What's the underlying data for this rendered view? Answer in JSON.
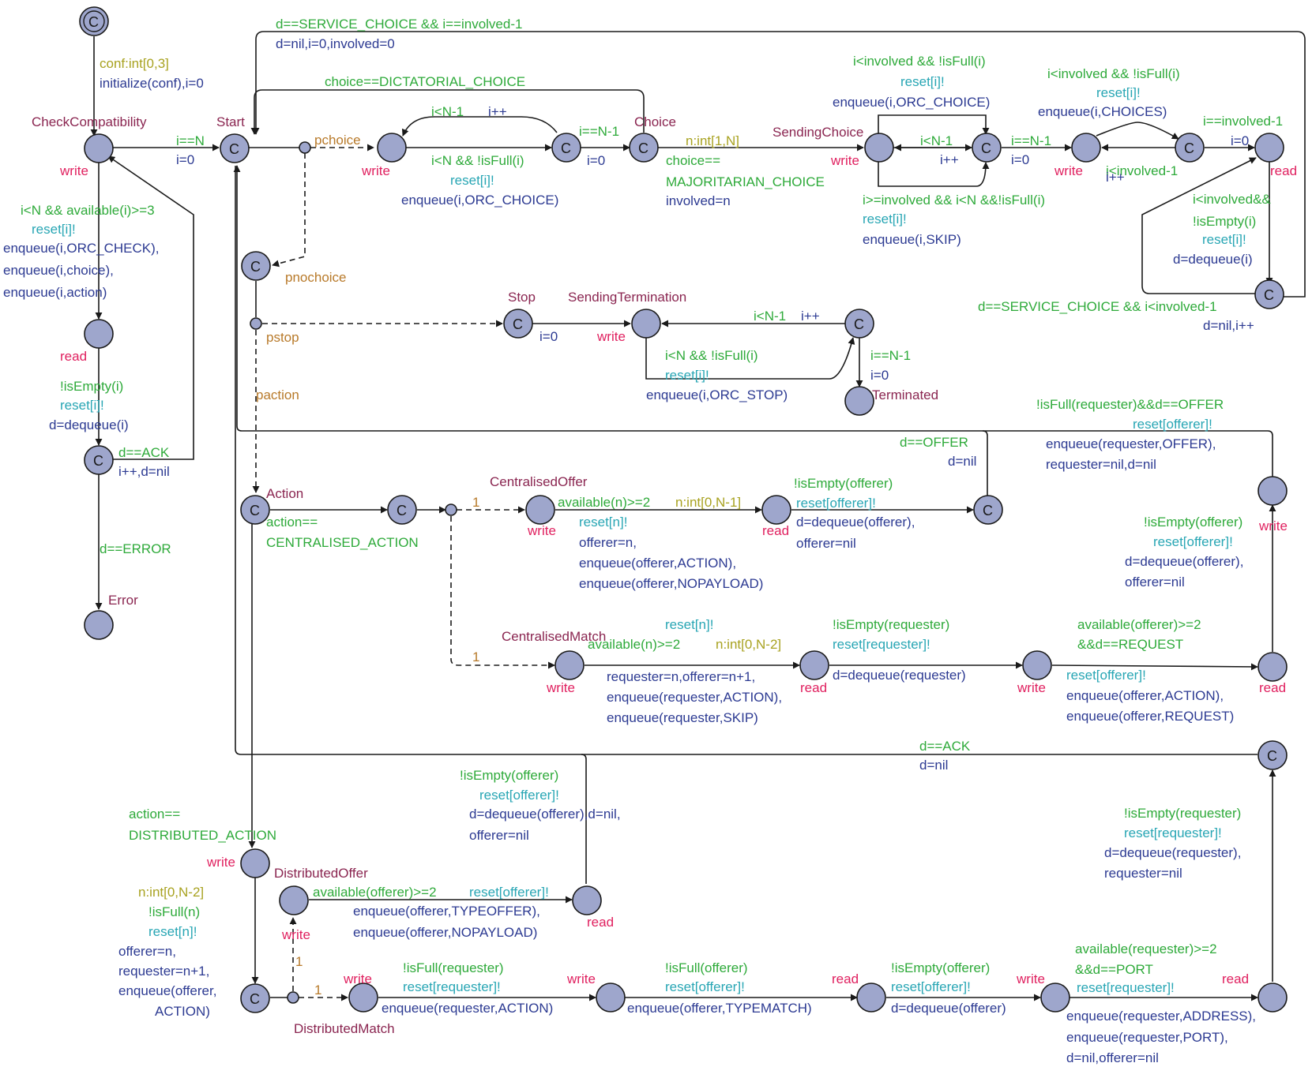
{
  "colors": {
    "location_fill": "#9ea6cc",
    "name": "#8a2550",
    "kind": "#e0205f",
    "guard": "#2eaa3a",
    "sync": "#28a6b4",
    "update": "#2c3a92",
    "select": "#a8a220",
    "branch": "#b87a2a"
  },
  "locations": {
    "check_compatibility": "CheckCompatibility",
    "start": "Start",
    "choice": "Choice",
    "sending_choice": "SendingChoice",
    "stop": "Stop",
    "sending_termination": "SendingTermination",
    "terminated": "Terminated",
    "action": "Action",
    "centralised_offer": "CentralisedOffer",
    "centralised_match": "CentralisedMatch",
    "distributed_offer": "DistributedOffer",
    "distributed_match": "DistributedMatch",
    "error": "Error"
  },
  "branchpoints": {
    "pchoice": "pchoice",
    "pnochoice": "pnochoice",
    "pstop": "pstop",
    "paction": "paction"
  },
  "committed_glyph": "C",
  "initial_glyph": "C",
  "kinds": {
    "write": "write",
    "read": "read"
  },
  "probabilities": {
    "one": "1"
  },
  "labels": {
    "conf_select": "conf:int[0,3]",
    "initialize": "initialize(conf),i=0",
    "g_i_eq_n": "i==N",
    "i_zero": "i=0",
    "cc_guard": "i<N && available(i)>=3",
    "reset_i": "reset[i]!",
    "enq_orc_check": "enqueue(i,ORC_CHECK),",
    "enq_choice": "enqueue(i,choice),",
    "enq_action": "enqueue(i,action)",
    "not_empty_i": "!isEmpty(i)",
    "d_dequeue_i": "d=dequeue(i)",
    "d_ack": "d==ACK",
    "ipp_dnil": "i++,d=nil",
    "d_error": "d==ERROR",
    "svc_choice_top": "d==SERVICE_CHOICE && i==involved-1",
    "dnil_i0_inv0": "d=nil,i=0,involved=0",
    "dictatorial": "choice==DICTATORIAL_CHOICE",
    "i_lt_n1": "i<N-1",
    "ipp": "i++",
    "i_lt_n_notfull": "i<N && !isFull(i)",
    "enq_orc_choice": "enqueue(i,ORC_CHOICE)",
    "i_eq_n1": "i==N-1",
    "n_select_1n": "n:int[1,N]",
    "choice_eq": "choice==",
    "majoritarian": "MAJORITARIAN_CHOICE",
    "involved_n": "involved=n",
    "sc_guard_top": "i<involved && !isFull(i)",
    "sc_guard_bottom": "i>=involved && i<N &&!isFull(i)",
    "enq_skip": "enqueue(i,SKIP)",
    "enq_choices": "enqueue(i,CHOICES)",
    "i_eq_inv1": "i==involved-1",
    "i_lt_inv1": "i<involved-1",
    "i_lt_inv_and": "i<involved&&",
    "not_empty_i_paren": "!isEmpty(i)",
    "svc_choice_lt": "d==SERVICE_CHOICE && i<involved-1",
    "dnil_ipp": "d=nil,i++",
    "enq_orc_stop": "enqueue(i,ORC_STOP)",
    "full_req_offer": "!isFull(requester)&&d==OFFER",
    "reset_offerer": "reset[offerer]!",
    "enq_req_offer": "enqueue(requester,OFFER),",
    "req_nil_d_nil": "requester=nil,d=nil",
    "d_offer": "d==OFFER",
    "d_nil": "d=nil",
    "centralised_action_a": "action==",
    "centralised_action_b": "CENTRALISED_ACTION",
    "avail_n_2": "available(n)>=2",
    "n_select_0_n1": "n:int[0,N-1]",
    "reset_n": "reset[n]!",
    "offerer_n": "offerer=n,",
    "enq_off_action": "enqueue(offerer,ACTION),",
    "enq_off_nopayload": "enqueue(offerer,NOPAYLOAD)",
    "not_empty_offerer": "!isEmpty(offerer)",
    "d_deq_offerer": "d=dequeue(offerer),",
    "offerer_nil": "offerer=nil",
    "n_select_0_n2": "n:int[0,N-2]",
    "req_n_off_n1": "requester=n,offerer=n+1,",
    "enq_req_action_c": "enqueue(requester,ACTION),",
    "enq_req_skip": "enqueue(requester,SKIP)",
    "not_empty_requester": "!isEmpty(requester)",
    "reset_requester": "reset[requester]!",
    "d_deq_requester": "d=dequeue(requester)",
    "avail_off_2": "available(offerer)>=2",
    "and_d_request": "&&d==REQUEST",
    "enq_off_action_c": "enqueue(offerer,ACTION),",
    "enq_off_request": "enqueue(offerer,REQUEST)",
    "distributed_action_a": "action==",
    "distributed_action_b": "DISTRIBUTED_ACTION",
    "d_deq_off_dnil": "d=dequeue(offerer),d=nil,",
    "offerer_nil2": "offerer=nil",
    "avail_off_2b": "available(offerer)>=2",
    "enq_off_typeoffer": "enqueue(offerer,TYPEOFFER),",
    "enq_off_nopayload2": "enqueue(offerer,NOPAYLOAD)",
    "not_full_n": "!isFull(n)",
    "offerer_n2": "offerer=n,",
    "requester_n1": "requester=n+1,",
    "enq_offerer": "enqueue(offerer,",
    "action_paren": "ACTION)",
    "not_full_requester": "!isFull(requester)",
    "enq_req_action_d": "enqueue(requester,ACTION)",
    "not_full_offerer": "!isFull(offerer)",
    "enq_off_typematch": "enqueue(offerer,TYPEMATCH)",
    "d_deq_offerer2": "d=dequeue(offerer)",
    "avail_req_2": "available(requester)>=2",
    "and_d_port": "&&d==PORT",
    "enq_req_address": "enqueue(requester,ADDRESS),",
    "enq_req_port": "enqueue(requester,PORT),",
    "dnil_offnil": "d=nil,offerer=nil",
    "d_deq_requester2": "d=dequeue(requester),",
    "requester_nil": "requester=nil"
  }
}
